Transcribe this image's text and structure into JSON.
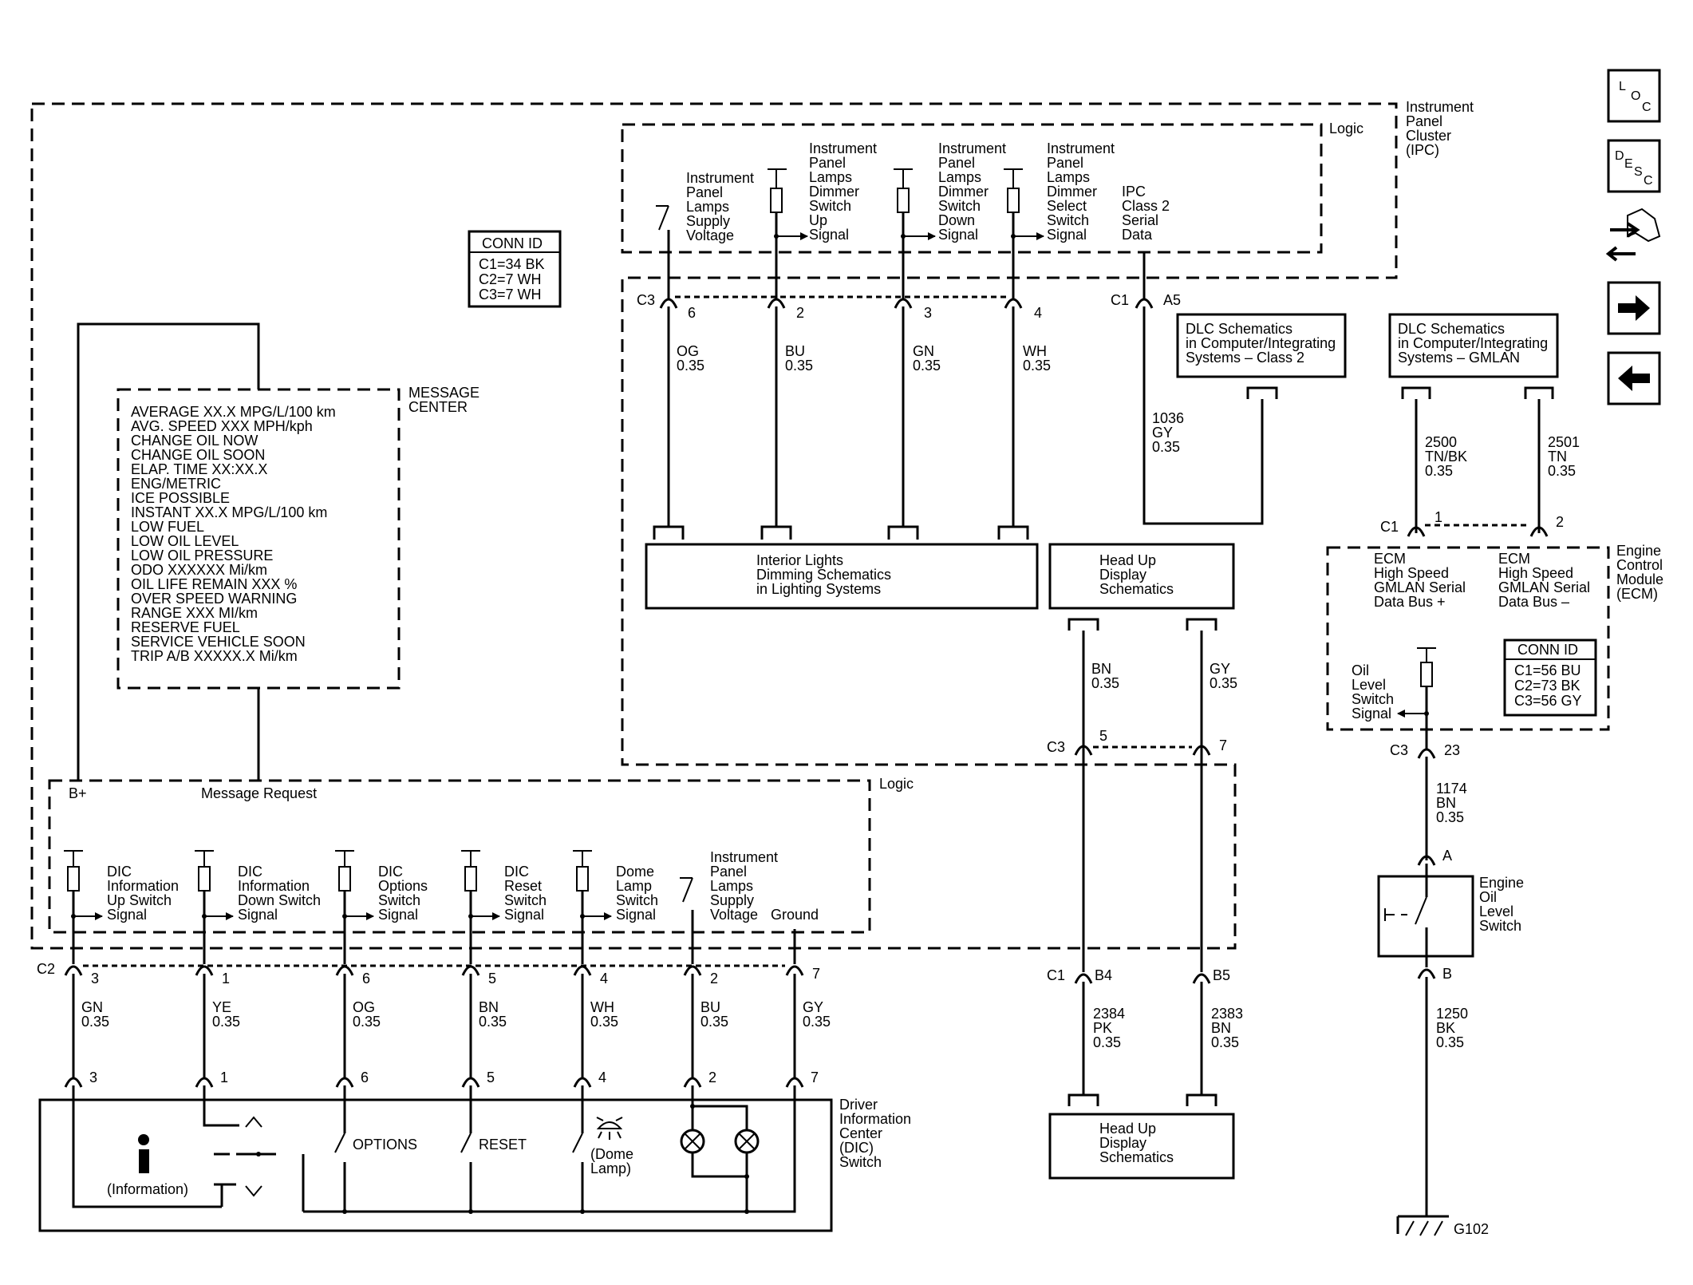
{
  "nav": {
    "loc": [
      "L",
      "O",
      "C"
    ],
    "desc": [
      "D",
      "E",
      "S",
      "C"
    ]
  },
  "ipc": {
    "title": [
      "Instrument",
      "Panel",
      "Cluster",
      "(IPC)"
    ],
    "logic": "Logic"
  },
  "conn_ipc": {
    "title": "CONN ID",
    "lines": [
      "C1=34 BK",
      "C2=7 WH",
      "C3=7 WH"
    ]
  },
  "message_center": {
    "label": [
      "MESSAGE",
      "CENTER"
    ],
    "lines": [
      "AVERAGE XX.X MPG/L/100 km",
      "AVG. SPEED XXX MPH/kph",
      "CHANGE OIL NOW",
      "CHANGE OIL SOON",
      "ELAP. TIME XX:XX.X",
      "ENG/METRIC",
      "ICE POSSIBLE",
      "INSTANT XX.X MPG/L/100 km",
      "LOW FUEL",
      "LOW OIL LEVEL",
      "LOW OIL PRESSURE",
      "ODO XXXXXX Mi/km",
      "OIL LIFE REMAIN XXX %",
      "OVER SPEED WARNING",
      "RANGE XXX MI/km",
      "RESERVE FUEL",
      "SERVICE VEHICLE SOON",
      "TRIP A/B XXXXX.X Mi/km"
    ]
  },
  "ipc_signals": [
    [
      "Instrument",
      "Panel",
      "Lamps",
      "Supply",
      "Voltage"
    ],
    [
      "Instrument",
      "Panel",
      "Lamps",
      "Dimmer",
      "Switch",
      "Up",
      "Signal"
    ],
    [
      "Instrument",
      "Panel",
      "Lamps",
      "Dimmer",
      "Switch",
      "Down",
      "Signal"
    ],
    [
      "Instrument",
      "Panel",
      "Lamps",
      "Dimmer",
      "Select",
      "Switch",
      "Signal"
    ],
    [
      "IPC",
      "Class 2",
      "Serial",
      "Data"
    ]
  ],
  "c3_top": {
    "name": "C3",
    "pins": [
      "6",
      "2",
      "3",
      "4"
    ],
    "wires": [
      [
        "OG",
        "0.35"
      ],
      [
        "BU",
        "0.35"
      ],
      [
        "GN",
        "0.35"
      ],
      [
        "WH",
        "0.35"
      ]
    ]
  },
  "c1_a5": {
    "name": "C1",
    "pin": "A5",
    "wire": [
      "1036",
      "GY",
      "0.35"
    ]
  },
  "dlc_class2": [
    "DLC Schematics",
    "in Computer/Integrating",
    "Systems – Class 2"
  ],
  "dlc_gmlan": [
    "DLC Schematics",
    "in Computer/Integrating",
    "Systems – GMLAN"
  ],
  "gmlan_wires": [
    [
      "2500",
      "TN/BK",
      "0.35"
    ],
    [
      "2501",
      "TN",
      "0.35"
    ]
  ],
  "interior_lights": [
    "Interior Lights",
    "Dimming Schematics",
    "in Lighting Systems"
  ],
  "hud_top": [
    "Head Up",
    "Display",
    "Schematics"
  ],
  "hud_bottom": [
    "Head Up",
    "Display",
    "Schematics"
  ],
  "hud_wires_mid": [
    [
      "BN",
      "0.35"
    ],
    [
      "GY",
      "0.35"
    ]
  ],
  "c3_mid": {
    "name": "C3",
    "pins": [
      "5",
      "7"
    ]
  },
  "c1_b": {
    "name": "C1",
    "pins": [
      "B4",
      "B5"
    ],
    "wires": [
      [
        "2384",
        "PK",
        "0.35"
      ],
      [
        "2383",
        "BN",
        "0.35"
      ]
    ]
  },
  "ecm": {
    "c1": "C1",
    "pins": [
      "1",
      "2"
    ],
    "title": [
      "Engine",
      "Control",
      "Module",
      "(ECM)"
    ],
    "hs_plus": [
      "ECM",
      "High Speed",
      "GMLAN Serial",
      "Data Bus +"
    ],
    "hs_minus": [
      "ECM",
      "High Speed",
      "GMLAN Serial",
      "Data Bus –"
    ],
    "oil_signal": [
      "Oil",
      "Level",
      "Switch",
      "Signal"
    ],
    "conn_title": "CONN ID",
    "conn_lines": [
      "C1=56 BU",
      "C2=73 BK",
      "C3=56 GY"
    ],
    "c3": "C3",
    "c3_pin": "23",
    "wire_1174": [
      "1174",
      "BN",
      "0.35"
    ]
  },
  "oil_switch": {
    "pin_a": "A",
    "pin_b": "B",
    "label": [
      "Engine",
      "Oil",
      "Level",
      "Switch"
    ],
    "wire_1250": [
      "1250",
      "BK",
      "0.35"
    ],
    "ground": "G102"
  },
  "dic_logic": {
    "logic": "Logic",
    "bplus": "B+",
    "msg_request": "Message Request"
  },
  "dic_signals": [
    [
      "DIC",
      "Information",
      "Up Switch",
      "Signal"
    ],
    [
      "DIC",
      "Information",
      "Down Switch",
      "Signal"
    ],
    [
      "DIC",
      "Options",
      "Switch",
      "Signal"
    ],
    [
      "DIC",
      "Reset",
      "Switch",
      "Signal"
    ],
    [
      "Dome",
      "Lamp",
      "Switch",
      "Signal"
    ],
    [
      "Instrument",
      "Panel",
      "Lamps",
      "Supply",
      "Voltage"
    ],
    [
      "Ground"
    ]
  ],
  "c2": {
    "name": "C2",
    "pins": [
      "3",
      "1",
      "6",
      "5",
      "4",
      "2",
      "7"
    ],
    "wires": [
      [
        "GN",
        "0.35"
      ],
      [
        "YE",
        "0.35"
      ],
      [
        "OG",
        "0.35"
      ],
      [
        "BN",
        "0.35"
      ],
      [
        "WH",
        "0.35"
      ],
      [
        "BU",
        "0.35"
      ],
      [
        "GY",
        "0.35"
      ]
    ]
  },
  "dic_switch": {
    "title": [
      "Driver",
      "Information",
      "Center",
      "(DIC)",
      "Switch"
    ],
    "info": "(Information)",
    "options": "OPTIONS",
    "reset": "RESET",
    "dome": [
      "(Dome",
      "Lamp)"
    ]
  }
}
